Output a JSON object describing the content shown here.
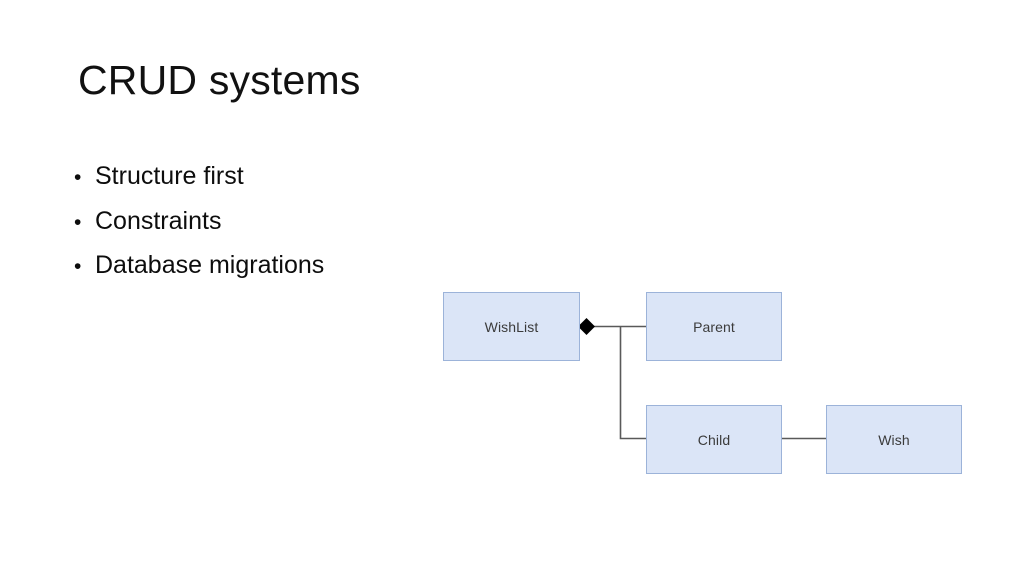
{
  "slide": {
    "title": "CRUD systems",
    "background_color": "#ffffff",
    "text_color": "#0d0d0d",
    "bullets": [
      {
        "marker": "•",
        "text": "Structure first"
      },
      {
        "marker": "•",
        "text": "Constraints"
      },
      {
        "marker": "•",
        "text": "Database migrations"
      }
    ]
  },
  "diagram": {
    "type": "uml-class-relationship",
    "fill_color": "#dbe5f7",
    "stroke_color": "#9cb3d9",
    "connector_color": "#595959",
    "marker_color": "#000000",
    "nodes": [
      {
        "id": "wishlist",
        "label": "WishList"
      },
      {
        "id": "parent",
        "label": "Parent"
      },
      {
        "id": "child",
        "label": "Child"
      },
      {
        "id": "wish",
        "label": "Wish"
      }
    ],
    "connectors": [
      {
        "from": "wishlist",
        "to": "parent",
        "marker": "filled-diamond",
        "marker_at": "wishlist"
      },
      {
        "from": "wishlist",
        "to": "child",
        "marker": "filled-diamond",
        "marker_at": "wishlist",
        "routing": "orthogonal"
      },
      {
        "from": "child",
        "to": "wish",
        "marker": "none"
      }
    ]
  }
}
